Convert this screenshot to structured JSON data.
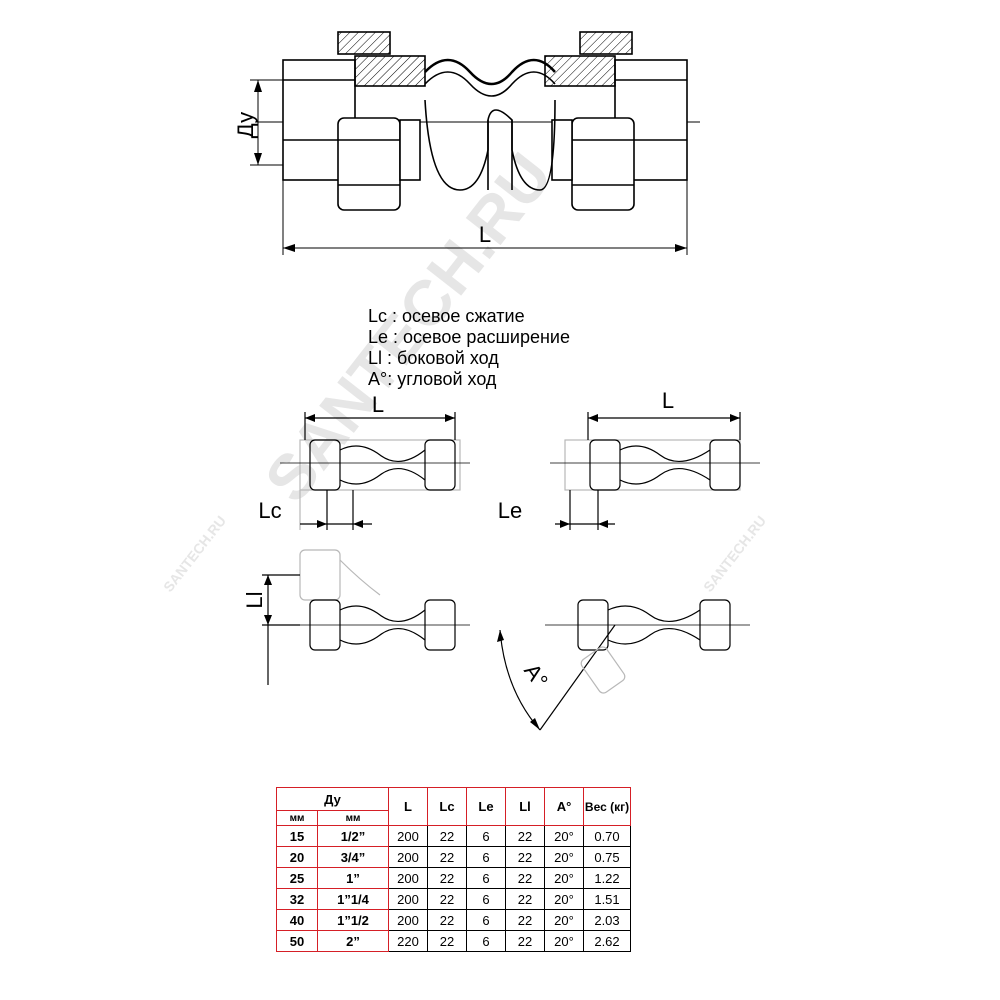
{
  "labels": {
    "du": "Ду",
    "length": "L",
    "lc": "Lc",
    "le": "Le",
    "ll": "Ll",
    "angle": "A°"
  },
  "legend": [
    "Lc : осевое сжатие",
    "Le : осевое расширение",
    "Ll : боковой ход",
    "A°: угловой ход"
  ],
  "watermark": {
    "main": "SANTECH.RU",
    "small": "SANTECH.RU"
  },
  "table": {
    "header": {
      "du": "Ду",
      "du_mm": "мм",
      "du_inch": "мм",
      "l": "L",
      "lc": "Lc",
      "le": "Le",
      "ll": "Ll",
      "a": "A°",
      "weight": "Вес (кг)"
    },
    "rows": [
      {
        "mm": "15",
        "inch": "1/2”",
        "l": "200",
        "lc": "22",
        "le": "6",
        "ll": "22",
        "a": "20°",
        "w": "0.70"
      },
      {
        "mm": "20",
        "inch": "3/4”",
        "l": "200",
        "lc": "22",
        "le": "6",
        "ll": "22",
        "a": "20°",
        "w": "0.75"
      },
      {
        "mm": "25",
        "inch": "1”",
        "l": "200",
        "lc": "22",
        "le": "6",
        "ll": "22",
        "a": "20°",
        "w": "1.22"
      },
      {
        "mm": "32",
        "inch": "1”1/4",
        "l": "200",
        "lc": "22",
        "le": "6",
        "ll": "22",
        "a": "20°",
        "w": "1.51"
      },
      {
        "mm": "40",
        "inch": "1”1/2",
        "l": "200",
        "lc": "22",
        "le": "6",
        "ll": "22",
        "a": "20°",
        "w": "2.03"
      },
      {
        "mm": "50",
        "inch": "2”",
        "l": "220",
        "lc": "22",
        "le": "6",
        "ll": "22",
        "a": "20°",
        "w": "2.62"
      }
    ]
  },
  "colors": {
    "table_border": "#d51f26",
    "line": "#000000",
    "ghost": "#b8b8b8"
  }
}
